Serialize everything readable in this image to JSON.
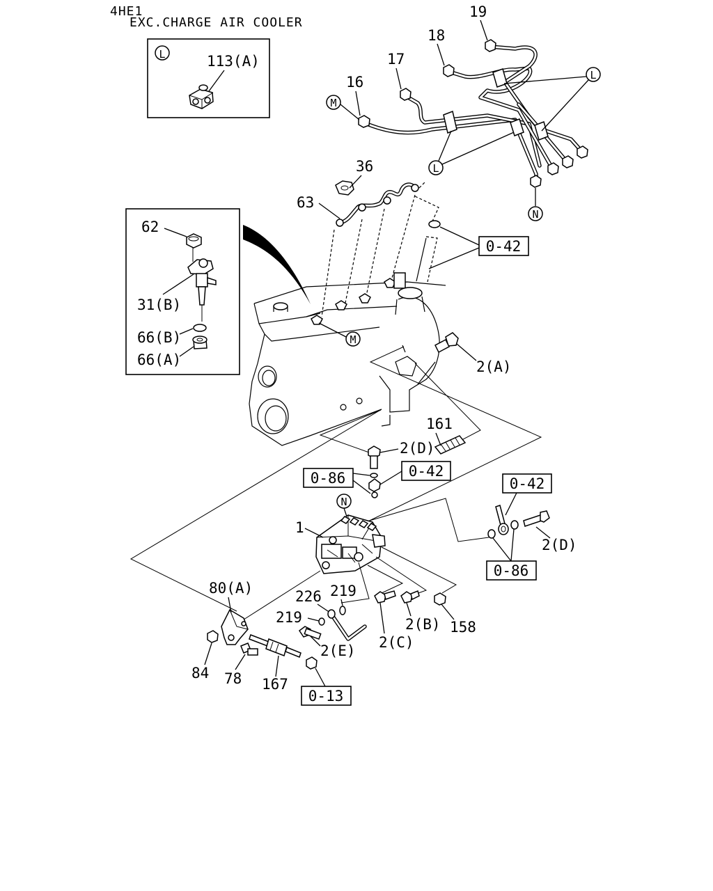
{
  "header": {
    "model": "4HE1",
    "variant": "EXC.CHARGE AIR COOLER"
  },
  "markers": {
    "L": "L",
    "M": "M",
    "N": "N"
  },
  "ref_boxes": {
    "o42": "0-42",
    "o86": "0-86",
    "o13": "0-13"
  },
  "parts": {
    "p113a": "113(A)",
    "p19": "19",
    "p18": "18",
    "p17": "17",
    "p16": "16",
    "p36": "36",
    "p63": "63",
    "p62": "62",
    "p31b": "31(B)",
    "p66b": "66(B)",
    "p66a": "66(A)",
    "p2a": "2(A)",
    "p161": "161",
    "p2d": "2(D)",
    "p1": "1",
    "p80a": "80(A)",
    "p226": "226",
    "p219": "219",
    "p2e": "2(E)",
    "p2c": "2(C)",
    "p2b": "2(B)",
    "p158": "158",
    "p84": "84",
    "p78": "78",
    "p167": "167"
  }
}
